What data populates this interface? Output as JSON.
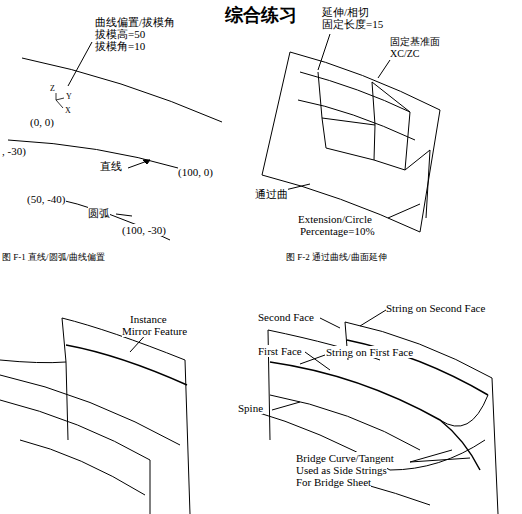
{
  "diagram": {
    "title": "综合练习",
    "labels": [
      "曲线偏置/拔模角",
      "拔模高=50",
      "拔模角=10",
      "Z",
      "Y",
      "X",
      "(0, 0)",
      ", -30)",
      "直线",
      "(100, 0)",
      "(50, -40)",
      "圆弧",
      "(100, -30)",
      "图 F-1 直线/圆弧/曲线偏置",
      "延伸/相切",
      "固定长度=15",
      "固定基准面",
      "XC/ZC",
      "通过曲",
      "Extension/Circle",
      "Percentage=10%",
      "图 F-2 通过曲线/曲面延伸",
      "Instance",
      "Mirror Feature",
      "Second Face",
      "String on Second Face",
      "First Face",
      "String on First Face",
      "Spine",
      "Bridge Curve/Tangent",
      "Used as Side Strings",
      "For Bridge Sheet"
    ]
  }
}
